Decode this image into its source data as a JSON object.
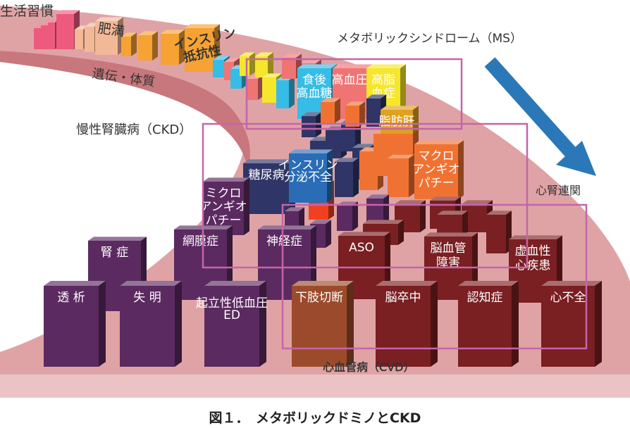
{
  "title": "メタボリックドミノとCKD",
  "caption": "図１．　メタボリックドミノとCKD",
  "labels": {
    "lifestyle": "生活習慣",
    "obesity": "肥満",
    "insulin_resistance": [
      "インスリン",
      "抵抗性"
    ],
    "genetics": "遺伝・体質",
    "ckd": "慢性腎臓病（CKD）",
    "ms": "メタボリックシンドローム（MS）",
    "cardiorenal": "心腎連関",
    "cvd": "心血管病（CVD）"
  },
  "blocks": {
    "postprandial": [
      "食後",
      "高血糖"
    ],
    "hypertension": [
      "高血圧"
    ],
    "hyperlipidemia": [
      "高脂",
      "血症"
    ],
    "fatty_liver": [
      "脂肪肝"
    ],
    "diabetes": [
      "糖尿病"
    ],
    "insulin_secretion": [
      "インスリン",
      "分泌不全"
    ],
    "micro": [
      "ミクロ",
      "アンギオ",
      "パチー"
    ],
    "macro": [
      "マクロ",
      "アンギオ",
      "パチー"
    ],
    "nephropathy": [
      "腎 症"
    ],
    "retinopathy": [
      "網膜症"
    ],
    "neuropathy": [
      "神経症"
    ],
    "dialysis": [
      "透 析"
    ],
    "blindness": [
      "失 明"
    ],
    "ed": [
      "起立性低血圧",
      "ED"
    ],
    "aso": [
      "ASO"
    ],
    "cerebrovascular": [
      "脳血管",
      "障害"
    ],
    "ihd": [
      "虚血性",
      "心疾患"
    ],
    "amputation": [
      "下肢切断"
    ],
    "stroke": [
      "脳卒中"
    ],
    "dementia": [
      "認知症"
    ],
    "heart_failure": [
      "心不全"
    ]
  },
  "colors": {
    "road": "#dfa3a5",
    "road_edge": "#c8777c",
    "slab": "#ecc3c4",
    "frame": "#c565a8",
    "arrow": "#2a78b8",
    "purple": "#5b2a60",
    "navy": "#2f3566",
    "blue": "#2a6db6",
    "orange": "#f07232",
    "darkred": "#7a1f22",
    "cyan": "#37bce6",
    "salmon": "#f07474",
    "yellow": "#f6e62c"
  }
}
